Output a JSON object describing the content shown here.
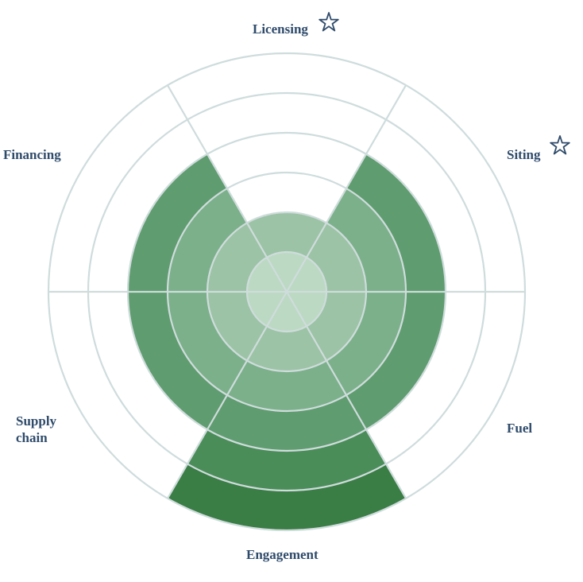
{
  "chart_data": {
    "type": "radial-bar",
    "categories": [
      "Licensing",
      "Siting",
      "Fuel",
      "Engagement",
      "Supply chain",
      "Financing"
    ],
    "values": [
      2,
      4,
      4,
      6,
      4,
      4
    ],
    "rings_max": 6,
    "starred": [
      "Licensing",
      "Siting"
    ],
    "labels": {
      "licensing": "Licensing",
      "siting": "Siting",
      "fuel": "Fuel",
      "engagement": "Engagement",
      "supply_chain": "Supply\nchain",
      "financing": "Financing"
    },
    "ring_colors": [
      "#bcd9c3",
      "#9cc3a6",
      "#7bb08a",
      "#5f9c6f",
      "#4a8d58",
      "#3a7d45"
    ],
    "outline_color": "#cfdcdc",
    "label_color": "#2f4b6b",
    "star_color": "#2f4b6b",
    "star_icon": "star-icon"
  }
}
